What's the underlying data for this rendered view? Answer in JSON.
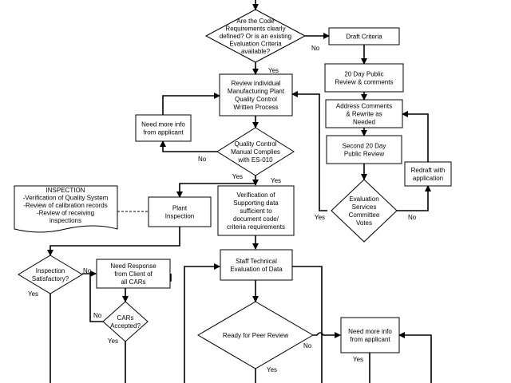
{
  "nodes": {
    "code_req": {
      "lines": [
        "Are the Code",
        "Requirements clearly",
        "defined? Or is an existing",
        "Evaluation Criteria",
        "available?"
      ]
    },
    "draft_criteria": {
      "lines": [
        "Draft Criteria"
      ]
    },
    "public_review_20": {
      "lines": [
        "20 Day Public",
        "Review & comments"
      ]
    },
    "address_comments": {
      "lines": [
        "Address Comments",
        "& Rewrite as",
        "Needed"
      ]
    },
    "second_public_review": {
      "lines": [
        "Second 20 Day",
        "Public Review"
      ]
    },
    "committee_votes": {
      "lines": [
        "Evaluation",
        "Services",
        "Committee",
        "Votes"
      ]
    },
    "redraft": {
      "lines": [
        "Redraft with",
        "application"
      ]
    },
    "review_plant": {
      "lines": [
        "Review individual",
        "Manufacturing Plant",
        "Quality Control",
        "Written Process"
      ]
    },
    "need_info_top": {
      "lines": [
        "Need more info",
        "from applicant"
      ]
    },
    "qc_manual": {
      "lines": [
        "Quality Control",
        "Manual Complies",
        "with ES-010"
      ]
    },
    "inspection_doc": {
      "lines": [
        "INSPECTION",
        "-Verification of Quality System",
        "-Review of calibration records",
        "-Review of receiving",
        "inspections"
      ]
    },
    "plant_inspection": {
      "lines": [
        "Plant",
        "Inspection"
      ]
    },
    "verification": {
      "lines": [
        "Verification of",
        "Supporting data",
        "sufficient to",
        "document code/",
        "criteria requirements"
      ]
    },
    "inspection_ok": {
      "lines": [
        "Inspection",
        "Satisfactory?"
      ]
    },
    "need_response": {
      "lines": [
        "Need Response",
        "from Client of",
        "all CARs"
      ]
    },
    "cars_accepted": {
      "lines": [
        "CARs",
        "Accepted?"
      ]
    },
    "staff_eval": {
      "lines": [
        "Staff Technical",
        "Evaluation of Data"
      ]
    },
    "peer_review": {
      "lines": [
        "Ready for Peer Review"
      ]
    },
    "need_info_bottom": {
      "lines": [
        "Need more info",
        "from applicant"
      ]
    }
  },
  "edge_labels": {
    "code_req_no": "No",
    "code_req_yes": "Yes",
    "qc_no": "No",
    "qc_yes": "Yes",
    "votes_yes": "Yes",
    "votes_no": "No",
    "inspection_no": "No",
    "inspection_yes": "Yes",
    "cars_no": "No",
    "cars_yes": "Yes",
    "peer_no": "No",
    "peer_yes": "Yes",
    "need_info_yes": "Yes"
  }
}
